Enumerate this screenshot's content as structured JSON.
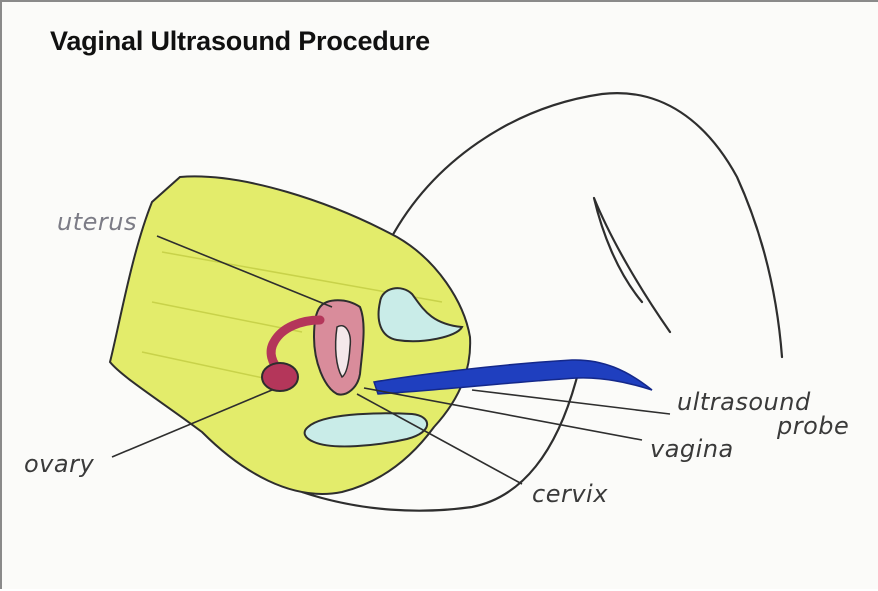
{
  "title": "Vaginal Ultrasound Procedure",
  "labels": {
    "uterus": "uterus",
    "ovary": "ovary",
    "cervix": "cervix",
    "vagina": "vagina",
    "probe_line1": "ultrasound",
    "probe_line2": "probe"
  },
  "colors": {
    "body_fill": "#e3ec6b",
    "uterus_fill": "#d98c9b",
    "ovary_fill": "#b4365a",
    "cavity_fill": "#c9ece8",
    "probe_fill": "#1f3fbf",
    "outline": "#2e2e2e"
  }
}
